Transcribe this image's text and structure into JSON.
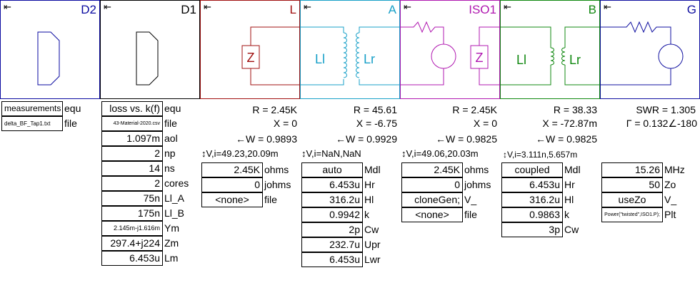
{
  "panels": [
    {
      "id": "D2",
      "title": "D2",
      "pin": "⇤",
      "color": "#0a0aa0"
    },
    {
      "id": "D1",
      "title": "D1",
      "pin": "⇤",
      "color": "#000000"
    },
    {
      "id": "L",
      "title": "L",
      "pin": "⇤",
      "color": "#a01010",
      "symbol": "Z"
    },
    {
      "id": "A",
      "title": "A",
      "pin": "⇤",
      "color": "#18a0c8",
      "ll": "Ll",
      "lr": "Lr"
    },
    {
      "id": "ISO1",
      "title": "ISO1",
      "pin": "⇤",
      "color": "#b018b0",
      "symbol": "Z"
    },
    {
      "id": "B",
      "title": "B",
      "pin": "⇤",
      "color": "#108810",
      "ll": "Ll",
      "lr": "Lr"
    },
    {
      "id": "G",
      "title": "G",
      "pin": "⇤",
      "color": "#1010a0"
    }
  ],
  "col0": {
    "measurements_btn": "measurements",
    "equ": "equ",
    "file_btn": "delta_BF_Tap1.txt",
    "file": "file"
  },
  "col1": {
    "rows": [
      {
        "value": "loss vs. k(f)",
        "label": "equ"
      },
      {
        "value": "43-Material-2020.csv",
        "label": "file"
      },
      {
        "value": "1.097m",
        "label": "aol"
      },
      {
        "value": "2",
        "label": "np"
      },
      {
        "value": "14",
        "label": "ns"
      },
      {
        "value": "2",
        "label": "cores"
      },
      {
        "value": "75n",
        "label": "Ll_A"
      },
      {
        "value": "175n",
        "label": "Ll_B"
      },
      {
        "value": "2.145m-j1.616m",
        "label": "Ym"
      },
      {
        "value": "297.4+j224",
        "label": "Zm"
      },
      {
        "value": "6.453u",
        "label": "Lm"
      }
    ]
  },
  "colL": {
    "r": "R = 2.45K",
    "x": "X = 0",
    "w": "←W = 0.9893",
    "vi": "↕V,i=49.23,20.09m",
    "rows": [
      {
        "value": "2.45K",
        "label": "ohms"
      },
      {
        "value": "0",
        "label": "johms"
      },
      {
        "value": "<none>",
        "label": "file"
      }
    ]
  },
  "colA": {
    "r": "R = 45.61",
    "x": "X = -6.75",
    "w": "←W = 0.9929",
    "vi": "↕V,i=NaN,NaN",
    "rows": [
      {
        "value": "auto",
        "label": "Mdl"
      },
      {
        "value": "6.453u",
        "label": "Hr"
      },
      {
        "value": "316.2u",
        "label": "Hl"
      },
      {
        "value": "0.9942",
        "label": "k"
      },
      {
        "value": "2p",
        "label": "Cw"
      },
      {
        "value": "232.7u",
        "label": "Upr"
      },
      {
        "value": "6.453u",
        "label": "Lwr"
      }
    ]
  },
  "colISO": {
    "r": "R = 2.45K",
    "x": "X = 0",
    "w": "←W = 0.9825",
    "vi": "↕V,i=49.06,20.03m",
    "rows": [
      {
        "value": "2.45K",
        "label": "ohms"
      },
      {
        "value": "0",
        "label": "johms"
      },
      {
        "value": "cloneGen;",
        "label": "V_"
      },
      {
        "value": "<none>",
        "label": "file"
      }
    ]
  },
  "colB": {
    "r": "R = 38.33",
    "x": "X = -72.87m",
    "w": "←W = 0.9825",
    "vi": "↕V,i=3.111n,5.657m",
    "rows": [
      {
        "value": "coupled",
        "label": "Mdl"
      },
      {
        "value": "6.453u",
        "label": "Hr"
      },
      {
        "value": "316.2u",
        "label": "Hl"
      },
      {
        "value": "0.9863",
        "label": "k"
      },
      {
        "value": "3p",
        "label": "Cw"
      }
    ]
  },
  "colG": {
    "swr": "SWR = 1.305",
    "gamma": "Γ = 0.132∠-180",
    "rows": [
      {
        "value": "15.26",
        "label": "MHz"
      },
      {
        "value": "50",
        "label": "Zo"
      },
      {
        "value": "useZo",
        "label": "V_"
      },
      {
        "value": "Power(\"twisted\",ISO1.P);",
        "label": "Plt"
      }
    ]
  }
}
